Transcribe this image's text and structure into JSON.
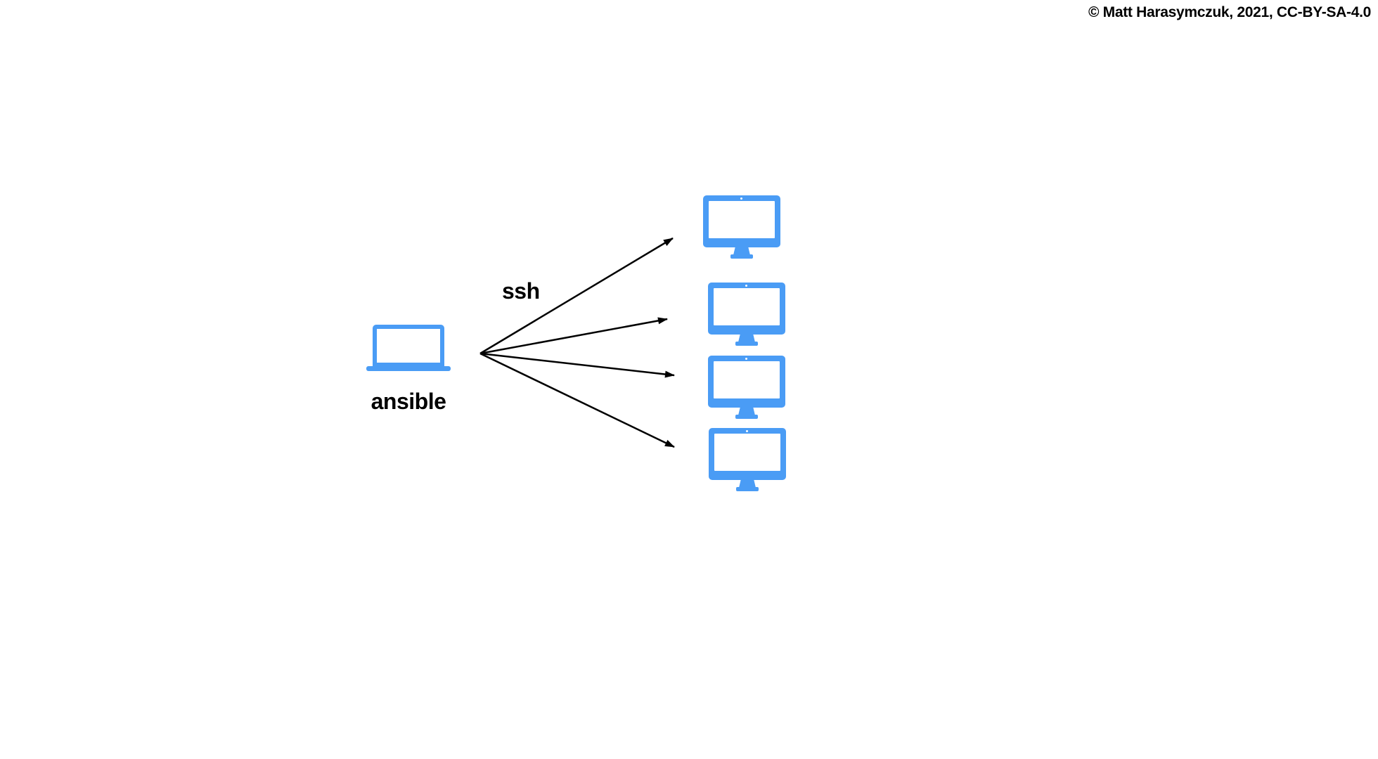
{
  "attribution": {
    "text": "© Matt Harasymczuk, 2021, CC-BY-SA-4.0"
  },
  "diagram": {
    "source": {
      "label": "ansible",
      "icon": "laptop-icon"
    },
    "connection": {
      "label": "ssh",
      "arrow_count": 4
    },
    "targets": {
      "count": 4,
      "icon": "monitor-icon"
    }
  },
  "colors": {
    "device_blue": "#4A9CF5",
    "line_black": "#000000",
    "background": "#FFFFFF"
  }
}
